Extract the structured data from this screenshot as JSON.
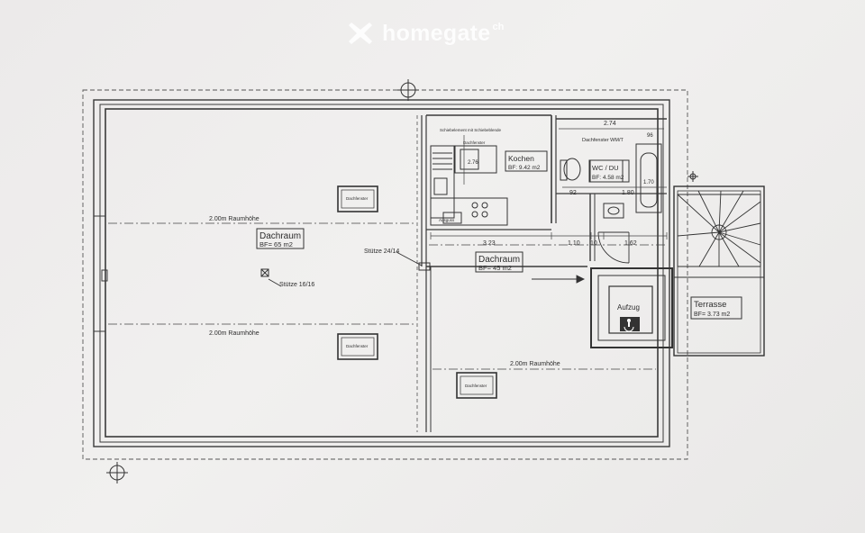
{
  "watermark": {
    "brand": "homegate",
    "suffix": "ch"
  },
  "rooms": {
    "dachraum_main": {
      "name": "Dachraum",
      "area": "BF= 65 m2"
    },
    "dachraum_second": {
      "name": "Dachraum",
      "area": "BF= 45 m2"
    },
    "kochen": {
      "name": "Kochen",
      "area": "BF: 9.42 m2"
    },
    "wc_du": {
      "name": "WC / DU",
      "area": "BF: 4.58 m2"
    },
    "terrasse": {
      "name": "Terrasse",
      "area": "BF= 3.73 m2"
    },
    "aufzug": {
      "name": "Aufzug"
    }
  },
  "labels": {
    "raumhoehe_1": "2.00m Raumhöhe",
    "raumhoehe_2": "2.00m Raumhöhe",
    "raumhoehe_3": "2.00m Raumhöhe",
    "stuetze_1": "Stütze 16/16",
    "stuetze_2": "Stütze 24/14",
    "dachfenster": "Dachfenster",
    "dachfenster_wm": "Dachfenster WM/T",
    "schiebe": "Schiebelement mit Schiebeblende",
    "ausguss": "Ausguss"
  },
  "dimensions": {
    "d274": "2.74",
    "d96": "96",
    "d276": "2.76",
    "d170": "1.70",
    "d92": "92",
    "d180": "1.80",
    "d323": "3.23",
    "d110": "1.10",
    "d10": "10",
    "d162": "1.62"
  },
  "colors": {
    "line": "#3a3a3a",
    "paper": "#f3f2f1"
  }
}
